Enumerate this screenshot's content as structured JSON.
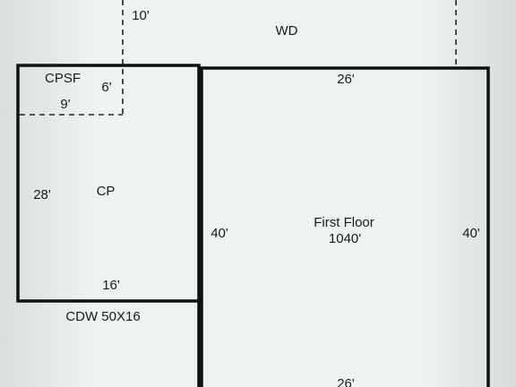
{
  "labels": {
    "wd": "WD",
    "wd_width": "10'",
    "cpsf": "CPSF",
    "cpsf_depth": "6'",
    "cpsf_width": "9'",
    "cp": "CP",
    "cp_height": "28'",
    "cp_width": "16'",
    "cdw": "CDW 50X16",
    "first_floor_name": "First Floor",
    "first_floor_area": "1040'",
    "ff_top": "26'",
    "ff_left": "40'",
    "ff_right": "40'",
    "ff_bottom": "26'"
  },
  "colors": {
    "wall": "#111111",
    "dashed": "#222222",
    "text": "#1a1a1a"
  }
}
